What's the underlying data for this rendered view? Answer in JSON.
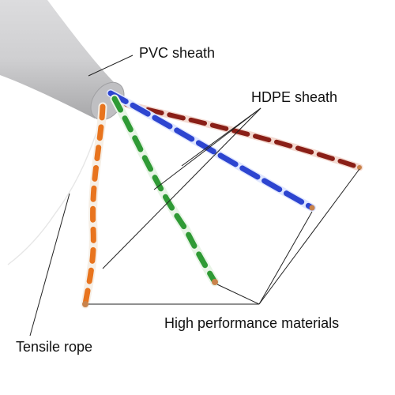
{
  "labels": {
    "pvc_sheath": "PVC sheath",
    "hdpe_sheath": "HDPE sheath",
    "high_performance": "High performance materials",
    "tensile_rope": "Tensile rope"
  },
  "colors": {
    "background": "#ffffff",
    "sheath": "#c9c9cb",
    "sheath_shadow": "#a9a9ab",
    "orange": "#e8741e",
    "green": "#2f9a35",
    "blue": "#2d45d0",
    "brown": "#8a1f17",
    "white_stripe": "#f3f0ea",
    "copper": "#c9834b",
    "leader": "#222222"
  }
}
